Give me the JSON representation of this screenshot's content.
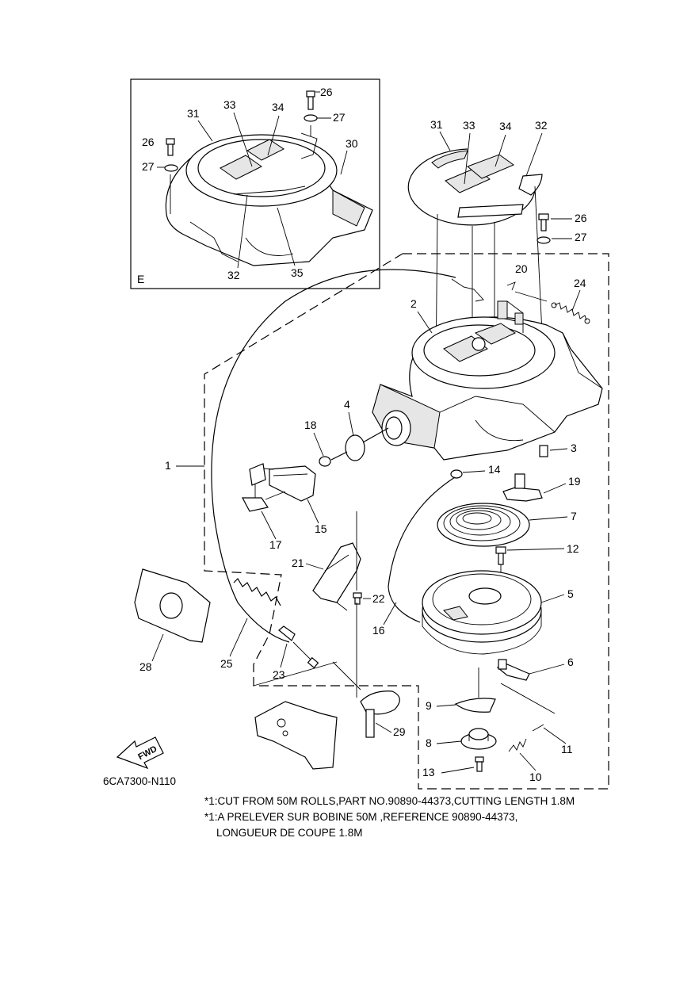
{
  "inset": {
    "letter": "E"
  },
  "labels": {
    "p1": "1",
    "p2": "2",
    "p3": "3",
    "p4": "4",
    "p5": "5",
    "p6": "6",
    "p7": "7",
    "p8": "8",
    "p9": "9",
    "p10": "10",
    "p11": "11",
    "p12": "12",
    "p13": "13",
    "p14": "14",
    "p15": "15",
    "p16": "16",
    "p17": "17",
    "p18": "18",
    "p19": "19",
    "p20": "20",
    "p21": "21",
    "p22": "22",
    "p23": "23",
    "p24": "24",
    "p25": "25",
    "p26": "26",
    "p27": "27",
    "p28": "28",
    "p29": "29",
    "p30": "30",
    "p31": "31",
    "p32": "32",
    "p33": "33",
    "p34": "34",
    "p35": "35"
  },
  "fwd": "FWD",
  "drawing_code": "6CA7300-N110",
  "notes": {
    "line1": "*1:CUT FROM 50M ROLLS,PART NO.90890-44373,CUTTING LENGTH 1.8M",
    "line2": "*1:A PRELEVER SUR BOBINE 50M ,REFERENCE 90890-44373,",
    "line3": "    LONGUEUR DE COUPE 1.8M"
  }
}
